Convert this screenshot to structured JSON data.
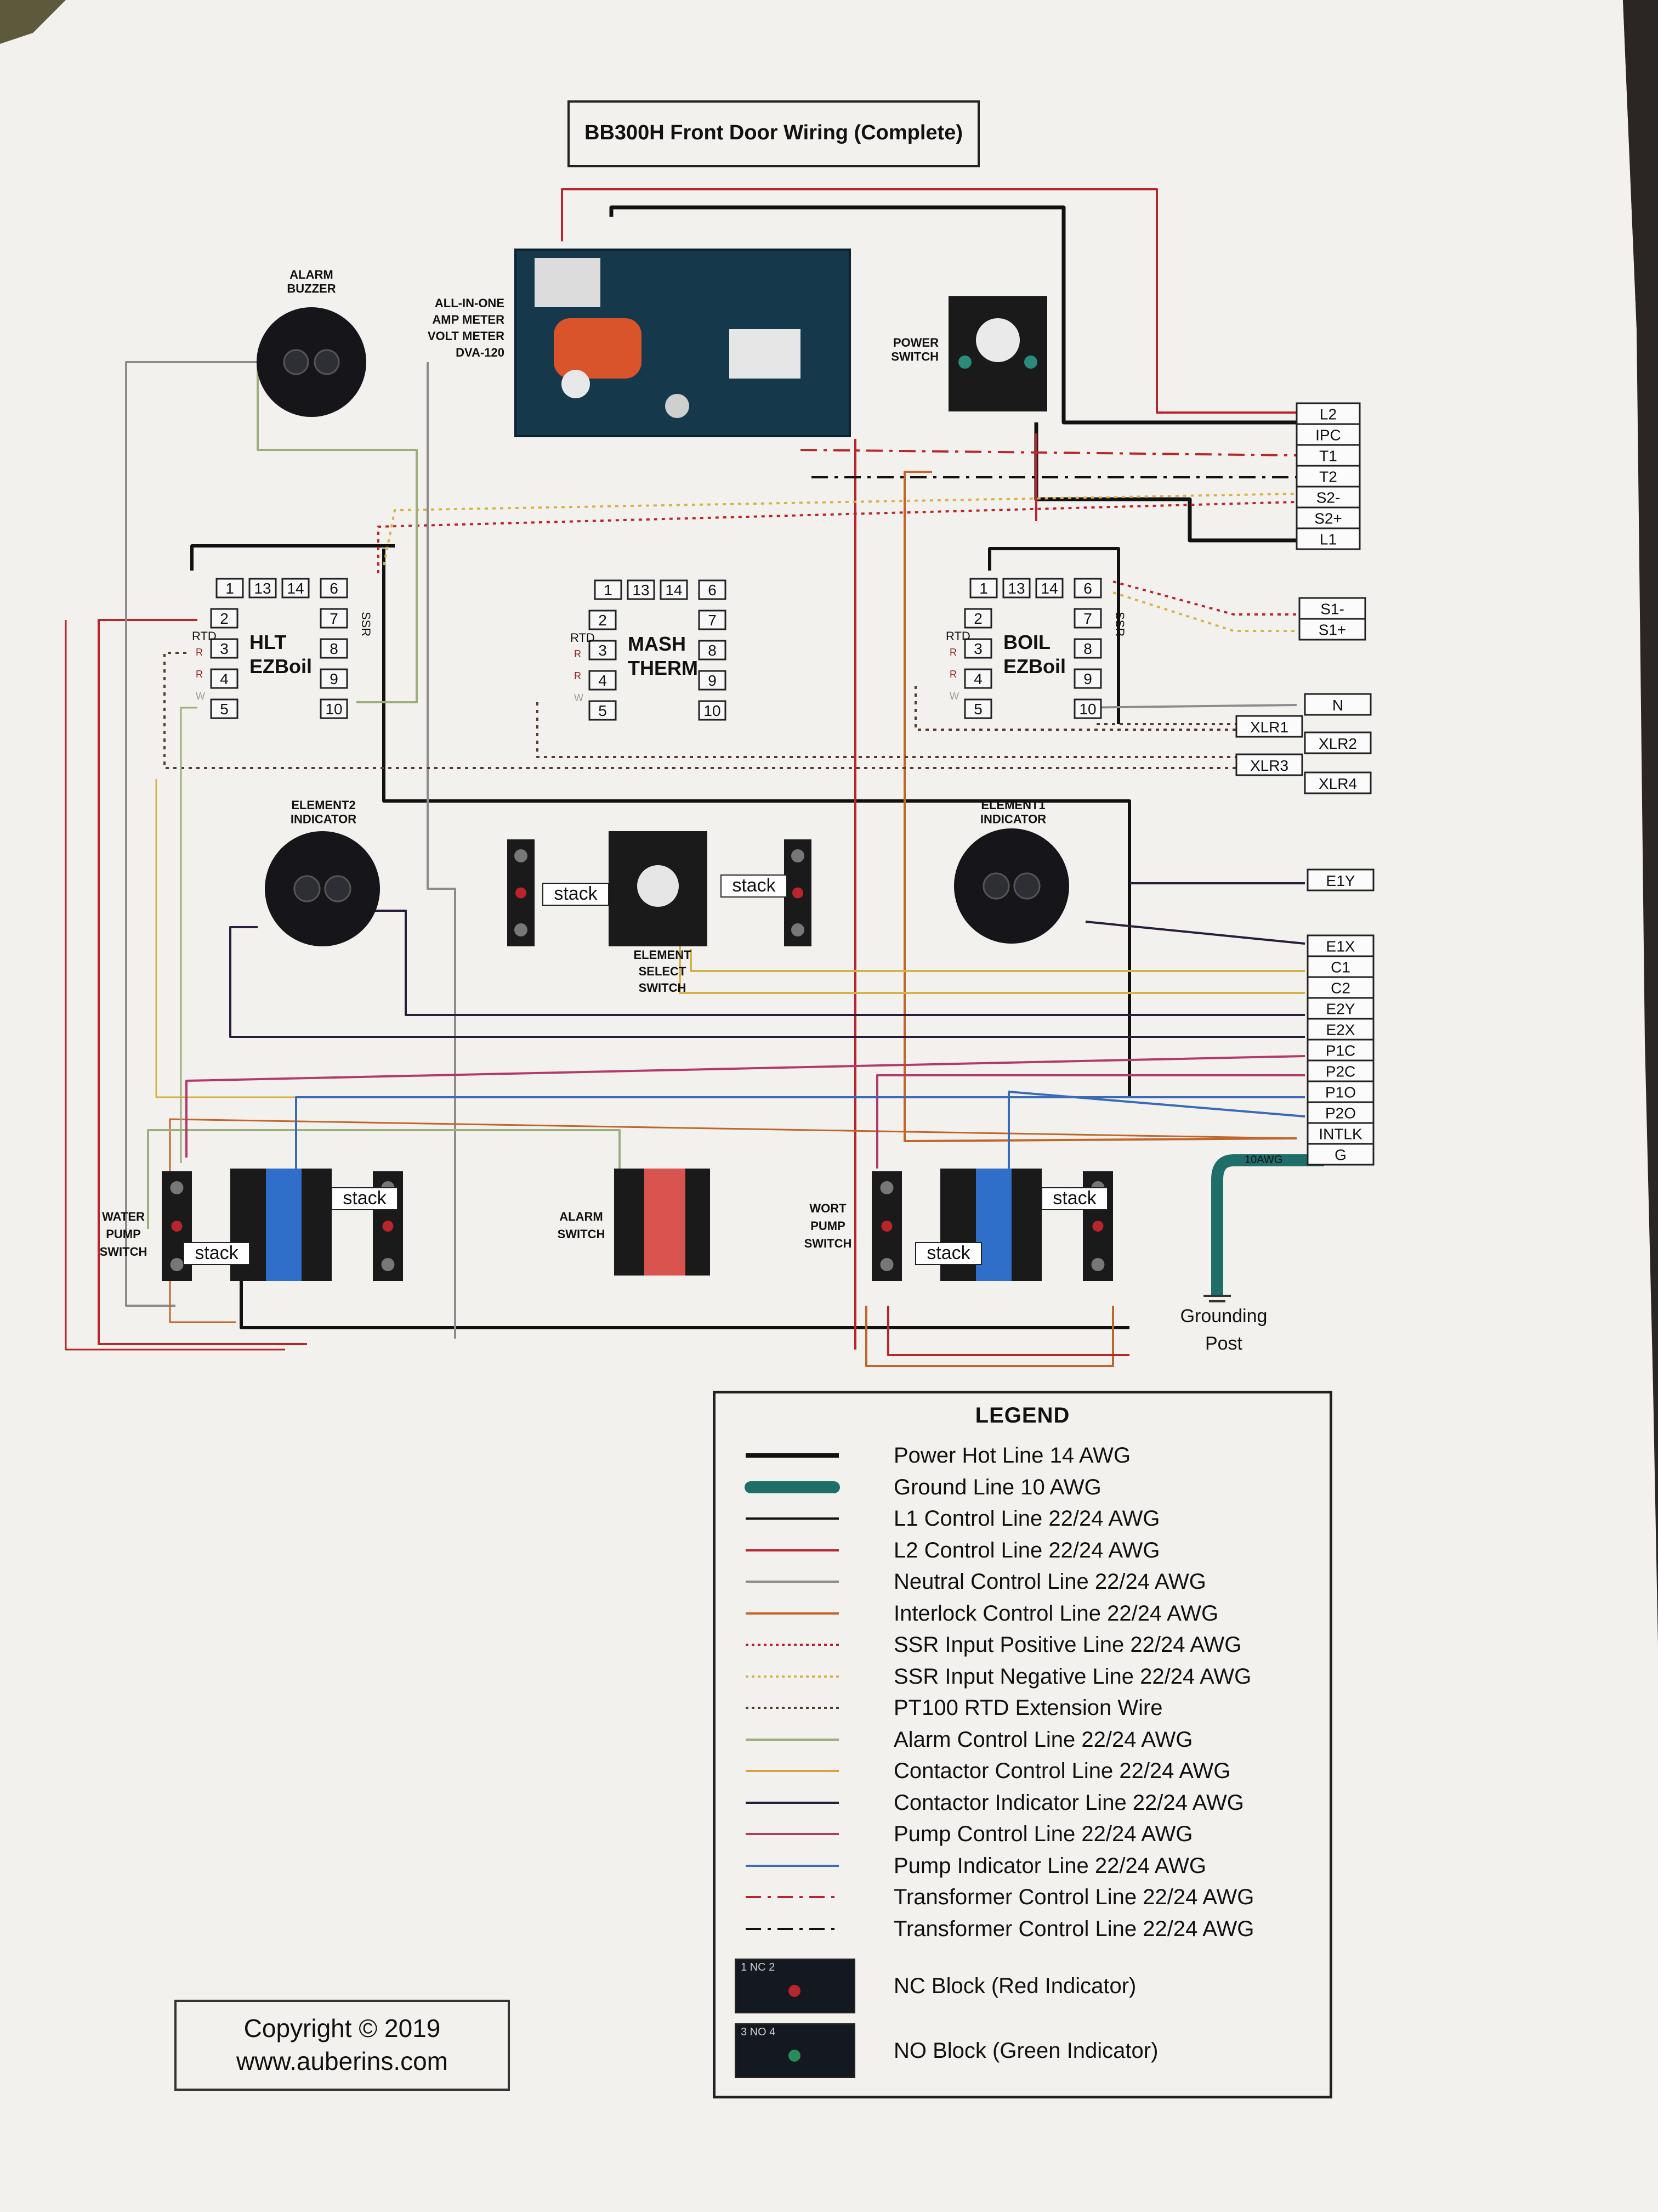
{
  "title": "BB300H Front Door Wiring (Complete)",
  "components": {
    "alarm_buzzer": "ALARM BUZZER",
    "meter": [
      "ALL-IN-ONE",
      "AMP METER",
      "VOLT METER",
      "DVA-120"
    ],
    "power_switch": "POWER SWITCH",
    "hlt": [
      "HLT",
      "EZBoil"
    ],
    "mash": [
      "MASH",
      "THERM"
    ],
    "boil": [
      "BOIL",
      "EZBoil"
    ],
    "element2_indicator": "ELEMENT2 INDICATOR",
    "element1_indicator": "ELEMENT1 INDICATOR",
    "element_select": [
      "ELEMENT",
      "SELECT",
      "SWITCH"
    ],
    "water_pump_switch": [
      "WATER",
      "PUMP",
      "SWITCH"
    ],
    "alarm_switch": [
      "ALARM",
      "SWITCH"
    ],
    "wort_pump_switch": [
      "WORT",
      "PUMP",
      "SWITCH"
    ],
    "grounding_post": [
      "Grounding",
      "Post"
    ],
    "stack_label": "stack",
    "awg_label": "10AWG",
    "ssr_label": "SSR",
    "rtd_label": "RTD"
  },
  "controller_terminals": {
    "top": [
      "1",
      "13",
      "14",
      "6"
    ],
    "left": [
      "2",
      "3",
      "4",
      "5"
    ],
    "right": [
      "7",
      "8",
      "9",
      "10"
    ],
    "rtd_marks": [
      "R",
      "R",
      "W",
      "R",
      "R"
    ]
  },
  "right_terminals_top": [
    "L2",
    "IPC",
    "T1",
    "T2",
    "S2-",
    "S2+",
    "L1"
  ],
  "right_terminals_mid": [
    "S1-",
    "S1+"
  ],
  "right_terminals_n": [
    "N",
    "XLR1",
    "XLR2",
    "XLR3",
    "XLR4"
  ],
  "right_terminals_bottom": [
    "E1Y",
    "E1X",
    "C1",
    "C2",
    "E2Y",
    "E2X",
    "P1C",
    "P2C",
    "P1O",
    "P2O",
    "INTLK",
    "G"
  ],
  "legend": {
    "title": "LEGEND",
    "items": [
      {
        "label": "Power Hot Line 14 AWG",
        "color": "#111111",
        "style": "thick"
      },
      {
        "label": "Ground Line 10 AWG",
        "color": "#1f6e6a",
        "style": "ground"
      },
      {
        "label": "L1 Control Line 22/24 AWG",
        "color": "#111111",
        "style": "solid"
      },
      {
        "label": "L2 Control Line 22/24 AWG",
        "color": "#b8262b",
        "style": "solid"
      },
      {
        "label": "Neutral Control Line 22/24 AWG",
        "color": "#8c8c8c",
        "style": "solid"
      },
      {
        "label": "Interlock Control Line 22/24 AWG",
        "color": "#c0662a",
        "style": "solid"
      },
      {
        "label": "SSR Input Positive Line 22/24 AWG",
        "color": "#b8262b",
        "style": "dotted"
      },
      {
        "label": "SSR Input Negative Line 22/24 AWG",
        "color": "#d6b34a",
        "style": "dotted"
      },
      {
        "label": "PT100 RTD Extension Wire",
        "color": "#5a3a2a",
        "style": "dotted"
      },
      {
        "label": "Alarm Control Line 22/24 AWG",
        "color": "#9cae7a",
        "style": "solid"
      },
      {
        "label": "Contactor Control Line 22/24 AWG",
        "color": "#d9a43b",
        "style": "solid"
      },
      {
        "label": "Contactor Indicator Line 22/24 AWG",
        "color": "#2a1c3a",
        "style": "solid"
      },
      {
        "label": "Pump Control Line 22/24 AWG",
        "color": "#b23a6a",
        "style": "solid"
      },
      {
        "label": "Pump Indicator  Line 22/24 AWG",
        "color": "#3a6ab8",
        "style": "solid"
      },
      {
        "label": "Transformer Control Line 22/24 AWG",
        "color": "#b8262b",
        "style": "dashdot"
      },
      {
        "label": "Transformer Control Line 22/24 AWG",
        "color": "#111111",
        "style": "dashdot"
      }
    ],
    "blocks": [
      {
        "label": "NC Block (Red Indicator)",
        "tag": "NC",
        "n1": "1",
        "n2": "2"
      },
      {
        "label": "NO Block (Green Indicator)",
        "tag": "NO",
        "n1": "3",
        "n2": "4"
      }
    ]
  },
  "copyright": {
    "line1": "Copyright © 2019",
    "line2": "www.auberins.com"
  },
  "colors": {
    "paper": "#f3f1ee",
    "background": "#2b2623",
    "wire_black": "#111111",
    "wire_red": "#b8262b",
    "wire_gray": "#8c8c8c",
    "wire_orange": "#c0662a",
    "wire_yellow": "#d6b34a",
    "wire_purple": "#2a1c3a",
    "wire_pink": "#b23a6a",
    "wire_blue": "#3a6ab8",
    "wire_green": "#9cae7a",
    "ground": "#1f6e6a"
  }
}
